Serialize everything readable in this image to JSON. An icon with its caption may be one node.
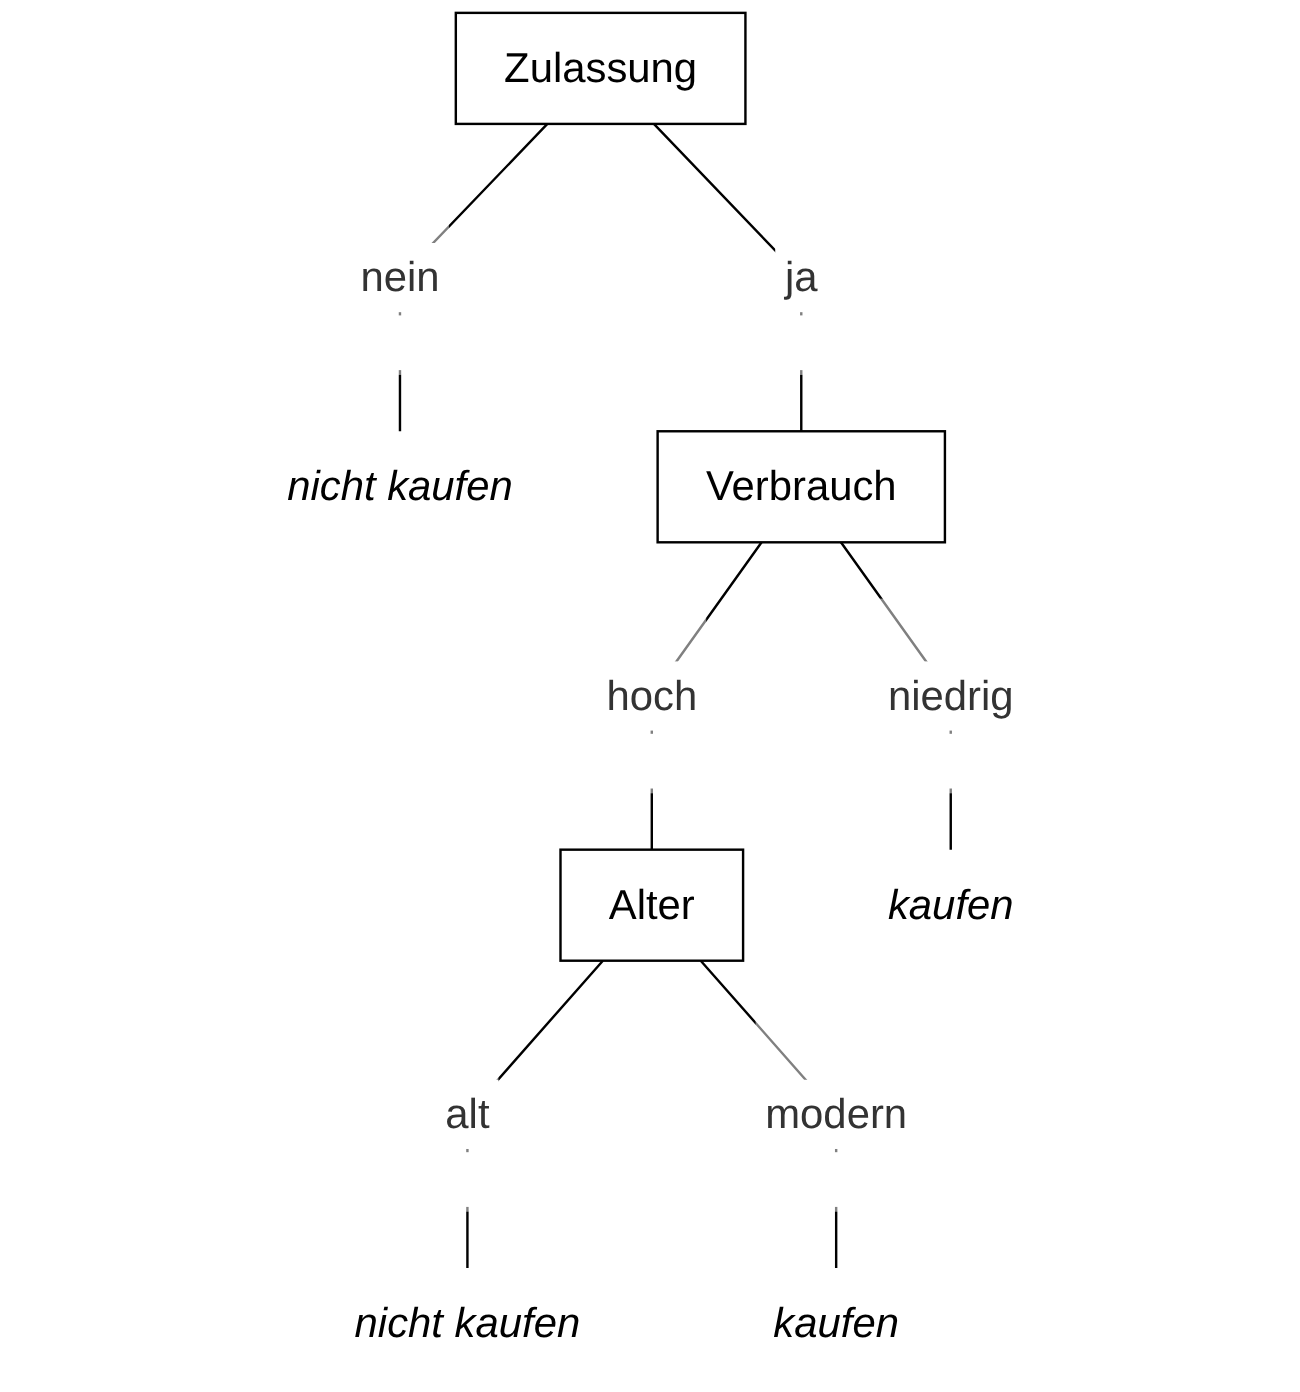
{
  "diagram": {
    "nodes": [
      {
        "text": [
          "Zulassung"
        ]
      },
      {
        "text": [
          "nicht kaufen"
        ]
      },
      {
        "text": [
          "Verbrauch"
        ]
      },
      {
        "text": [
          "Alter"
        ]
      },
      {
        "text": [
          "kaufen"
        ]
      },
      {
        "text": [
          "nicht kaufen"
        ]
      },
      {
        "text": [
          "kaufen"
        ]
      }
    ],
    "edges": [
      {
        "from": 0,
        "to": 1,
        "arrow": "none",
        "label": "nein"
      },
      {
        "from": 0,
        "to": 2,
        "arrow": "none",
        "label": "ja"
      },
      {
        "from": 2,
        "to": 3,
        "arrow": "none",
        "label": "hoch"
      },
      {
        "from": 2,
        "to": 4,
        "arrow": "none",
        "label": "niedrig"
      },
      {
        "from": 3,
        "to": 5,
        "arrow": "none",
        "label": "alt"
      },
      {
        "from": 3,
        "to": 6,
        "arrow": "none",
        "label": "modern"
      }
    ]
  }
}
